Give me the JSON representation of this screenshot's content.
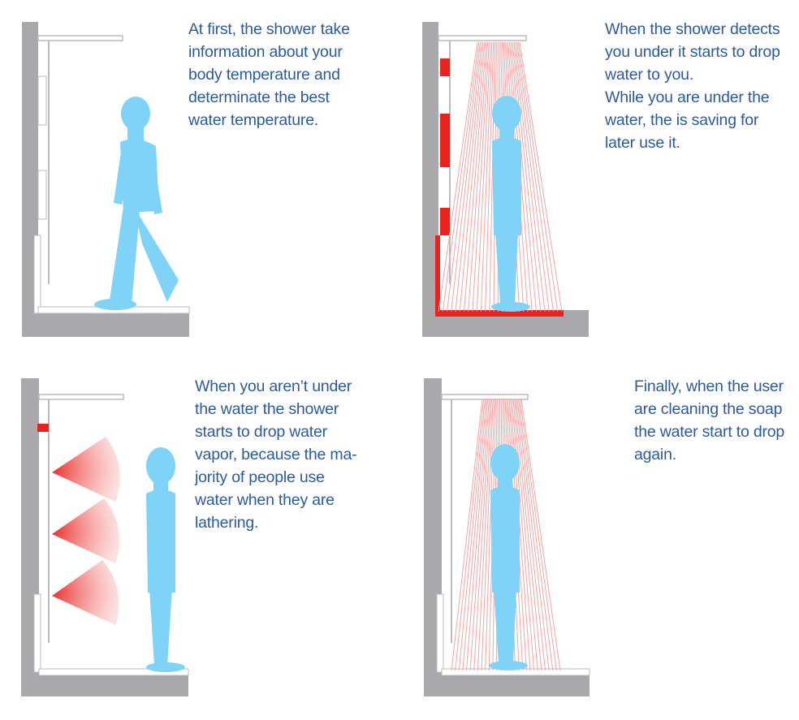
{
  "colors": {
    "wall": "#a9a9ab",
    "fixture": "#d0d0d0",
    "person": "#7ed3f7",
    "sensor": "#e8231f",
    "beam": "#f2a5a5",
    "text": "#2c5aa0"
  },
  "panels": [
    {
      "id": "panel-1",
      "state": "detect-temperature",
      "caption_lines": [
        "At first, the shower take",
        "information about your",
        "body temperature and",
        "determinate the best",
        "water temperature."
      ]
    },
    {
      "id": "panel-2",
      "state": "user-under-water",
      "caption_lines": [
        "When the shower detects",
        "you under it starts to drop",
        "water to you.",
        "While you are under the",
        "water, the is saving for",
        "later use it."
      ]
    },
    {
      "id": "panel-3",
      "state": "water-vapor",
      "caption_lines": [
        "When you aren’t under",
        "the water the shower",
        "starts to drop  water",
        "vapor, because the ma-",
        "jority of people use",
        "water when they are",
        "lathering."
      ]
    },
    {
      "id": "panel-4",
      "state": "rinsing",
      "caption_lines": [
        "Finally, when the user",
        "are cleaning the soap",
        "the water start to drop",
        "again."
      ]
    }
  ]
}
